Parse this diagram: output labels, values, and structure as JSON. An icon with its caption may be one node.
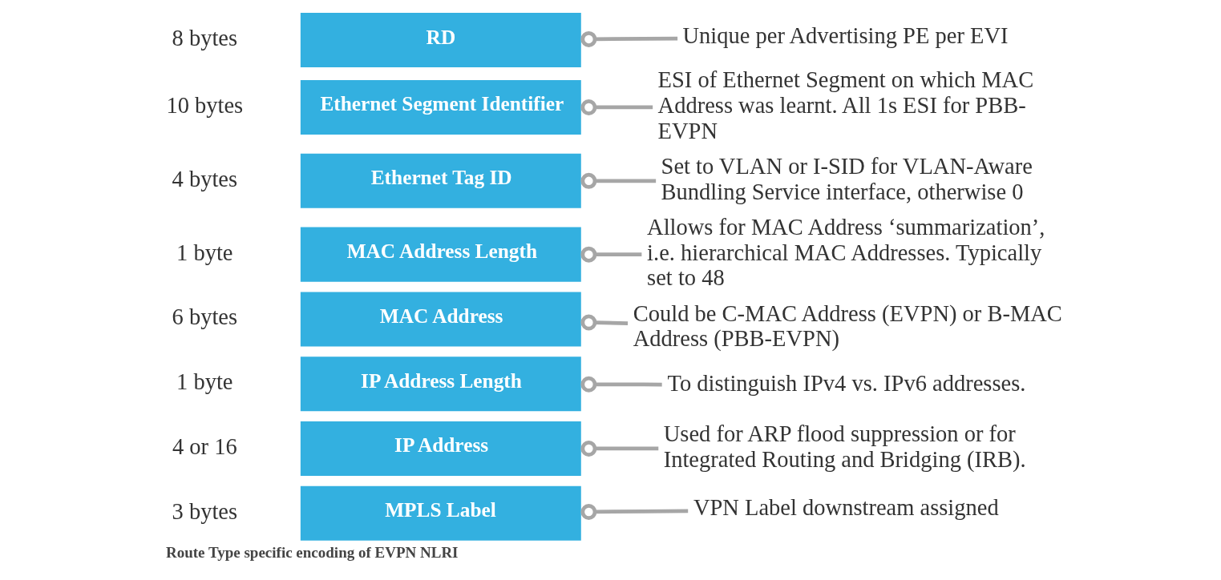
{
  "diagram": {
    "caption": "Route Type specific encoding of EVPN NLRI",
    "nodes": [
      {
        "text": [
          "RD"
        ],
        "beside": [
          "8 bytes"
        ]
      },
      {
        "text": [
          "Ethernet Segment Identifier"
        ],
        "beside": [
          "10 bytes"
        ]
      },
      {
        "text": [
          "Ethernet Tag ID"
        ],
        "beside": [
          "4 bytes"
        ]
      },
      {
        "text": [
          "MAC Address Length"
        ],
        "beside": [
          "1 byte"
        ]
      },
      {
        "text": [
          "MAC Address"
        ],
        "beside": [
          "6 bytes"
        ]
      },
      {
        "text": [
          "IP Address Length"
        ],
        "beside": [
          "1 byte"
        ]
      },
      {
        "text": [
          "IP Address"
        ],
        "beside": [
          "4 or 16"
        ]
      },
      {
        "text": [
          "MPLS Label"
        ],
        "beside": [
          "3 bytes"
        ]
      },
      {
        "text": [
          "Unique per Advertising PE per EVI"
        ]
      },
      {
        "text": [
          "ESI of Ethernet Segment on which MAC Address was learnt. All 1s ESI for PBB-EVPN"
        ]
      },
      {
        "text": [
          "Set to VLAN or I-SID for VLAN-Aware Bundling Service interface, otherwise 0"
        ]
      },
      {
        "text": [
          "Allows for MAC Address ‘summarization’, i.e. hierarchical MAC Addresses. Typically set to 48"
        ]
      },
      {
        "text": [
          "Could be C-MAC Address (EVPN) or B-MAC Address (PBB-EVPN)"
        ]
      },
      {
        "text": [
          "To distinguish IPv4 vs. IPv6 addresses."
        ]
      },
      {
        "text": [
          "Used for ARP flood suppression or for Integrated Routing and Bridging (IRB)."
        ]
      },
      {
        "text": [
          "VPN Label downstream assigned"
        ]
      }
    ],
    "edges": [
      {
        "from": 0,
        "to": 8,
        "arrow": "other"
      },
      {
        "from": 1,
        "to": 9,
        "arrow": "other"
      },
      {
        "from": 2,
        "to": 10,
        "arrow": "other"
      },
      {
        "from": 3,
        "to": 11,
        "arrow": "other"
      },
      {
        "from": 4,
        "to": 12,
        "arrow": "other"
      },
      {
        "from": 5,
        "to": 13,
        "arrow": "other"
      },
      {
        "from": 6,
        "to": 14,
        "arrow": "other"
      },
      {
        "from": 7,
        "to": 15,
        "arrow": "other"
      }
    ]
  }
}
